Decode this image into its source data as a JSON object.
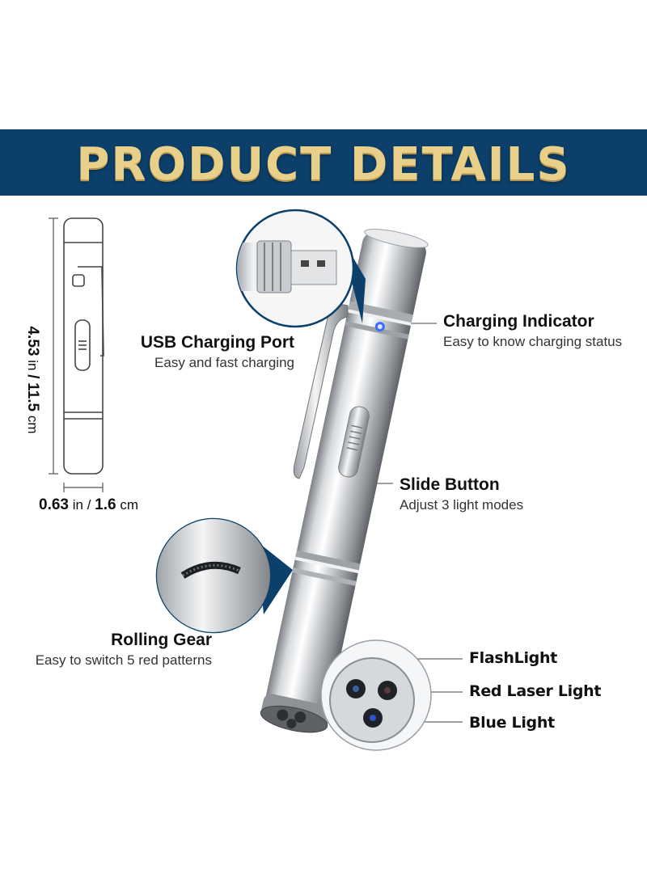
{
  "banner": {
    "title": "PRODUCT DETAILS"
  },
  "dimensions": {
    "height_in": "4.53",
    "in_unit": "in",
    "sep": "/",
    "height_cm": "11.5",
    "cm_unit": "cm",
    "width_in": "0.63",
    "width_cm": "1.6"
  },
  "features": {
    "usb": {
      "title": "USB Charging Port",
      "sub": "Easy and fast charging"
    },
    "indicator": {
      "title": "Charging Indicator",
      "sub": "Easy to know charging status"
    },
    "slide": {
      "title": "Slide Button",
      "sub": "Adjust 3 light modes"
    },
    "gear": {
      "title": "Rolling Gear",
      "sub": "Easy to switch 5 red patterns"
    }
  },
  "lights": {
    "flash": "FlashLight",
    "red": "Red Laser Light",
    "blue": "Blue Light"
  },
  "colors": {
    "banner": "#0c406a",
    "title": "#e8cf8a",
    "accent": "#0c406a"
  }
}
